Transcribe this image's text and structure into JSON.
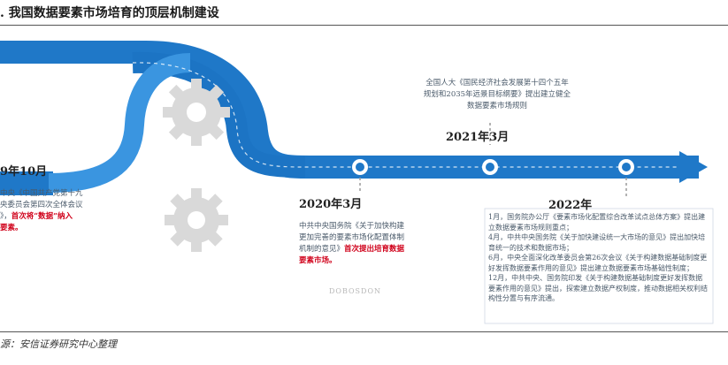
{
  "title": ". 我国数据要素市场培育的顶层机制建设",
  "source": "源：安信证券研究中心整理",
  "colors": {
    "primary": "#1f78c8",
    "light": "#4aa3e8",
    "gear": "#d9d9d9",
    "highlight": "#d0021b"
  },
  "watermark": "DOBOSDON",
  "events": [
    {
      "date": "9年10月",
      "text_plain": "中央《中国共产党第十九\n央委员会第四次全体会议\n》，",
      "text_highlight": "首次将“数据”纳入\n要素。"
    },
    {
      "date": "2020年3月",
      "text_plain": "中共中央国务院《关于加快构建\n更加完善的要素市场化配置体制\n机制的意见》",
      "text_highlight": "首次提出培育数据\n要素市场。"
    },
    {
      "date": "2021年3月",
      "text_plain": "全国人大《国民经济社会发展第十四个五年\n规划和2035年远景目标纲要》提出建立健全\n数据要素市场规则"
    },
    {
      "date": "2022年",
      "items": [
        "1月，国务院办公厅《要素市场化配置综合改革试点总体方案》提出建立数据要素市场规则重点；",
        "4月，中共中央国务院《关于加快建设统一大市场的意见》提出加快培育统一的技术和数据市场；",
        "6月，中央全面深化改革委员会第26次会议《关于构建数据基础制度更好发挥数据要素作用的意见》提出建立数据要素市场基础性制度；",
        "12月，中共中央、国务院印发《关于构建数据基础制度更好发挥数据要素作用的意见》提出，探索建立数据产权制度，推动数据相关权利结构性分置与有序流通。"
      ]
    }
  ]
}
